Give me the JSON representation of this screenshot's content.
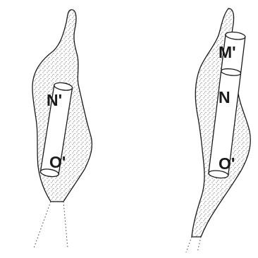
{
  "figure": {
    "left_panel": {
      "labels": {
        "top": "N'",
        "bottom": "O'"
      }
    },
    "right_panel": {
      "labels": {
        "top": "M'",
        "middle": "N",
        "bottom": "O'"
      }
    }
  },
  "colors": {
    "background": "#ffffff",
    "ink": "#1a1a1a",
    "stipple": "#333333"
  }
}
